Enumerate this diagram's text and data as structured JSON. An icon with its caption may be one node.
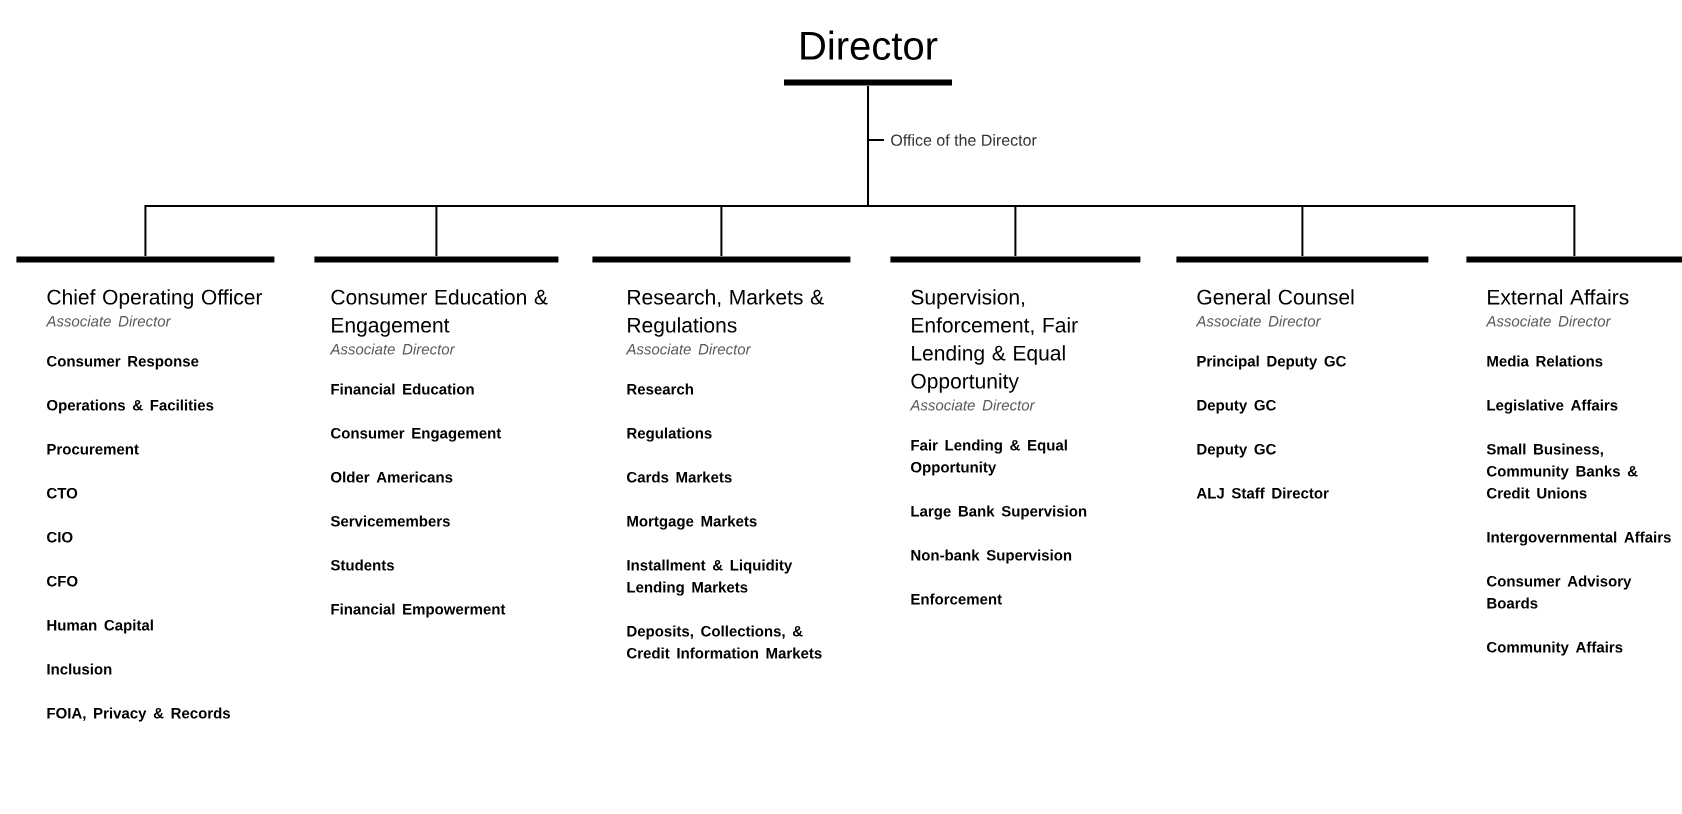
{
  "diagram": {
    "nodes": [
      {
        "text": [
          "Director"
        ]
      },
      {
        "text": [
          "Office of the Director"
        ]
      },
      {
        "text": [
          "Chief Operating Officer",
          "Associate Director",
          "Consumer Response",
          "Operations & Facilities",
          "Procurement",
          "CTO",
          "CIO",
          "CFO",
          "Human Capital",
          "Inclusion",
          "FOIA, Privacy & Records"
        ]
      },
      {
        "text": [
          "Consumer Education & Engagement",
          "Associate Director",
          "Financial Education",
          "Consumer Engagement",
          "Older Americans",
          "Servicemembers",
          "Students",
          "Financial Empowerment"
        ]
      },
      {
        "text": [
          "Research, Markets & Regulations",
          "Associate Director",
          "Research",
          "Regulations",
          "Cards Markets",
          "Mortgage Markets",
          "Installment & Liquidity Lending Markets",
          "Deposits, Collections, & Credit Information Markets"
        ]
      },
      {
        "text": [
          "Supervision, Enforcement, Fair Lending & Equal Opportunity",
          "Associate Director",
          "Fair Lending & Equal Opportunity",
          "Large Bank Supervision",
          "Non-bank Supervision",
          "Enforcement"
        ]
      },
      {
        "text": [
          "General Counsel",
          "Associate Director",
          "Principal Deputy GC",
          "Deputy GC",
          "Deputy GC",
          "ALJ Staff Director"
        ]
      },
      {
        "text": [
          "External Affairs",
          "Associate Director",
          "Media Relations",
          "Legislative Affairs",
          "Small Business, Community Banks & Credit Unions",
          "Intergovernmental Affairs",
          "Consumer Advisory Boards",
          "Community Affairs"
        ]
      }
    ],
    "edges": [
      {
        "from": 0,
        "to": 1,
        "arrow": "none"
      },
      {
        "from": 0,
        "to": 2,
        "arrow": "none"
      },
      {
        "from": 0,
        "to": 3,
        "arrow": "none"
      },
      {
        "from": 0,
        "to": 4,
        "arrow": "none"
      },
      {
        "from": 0,
        "to": 5,
        "arrow": "none"
      },
      {
        "from": 0,
        "to": 6,
        "arrow": "none"
      },
      {
        "from": 0,
        "to": 7,
        "arrow": "none"
      }
    ]
  }
}
